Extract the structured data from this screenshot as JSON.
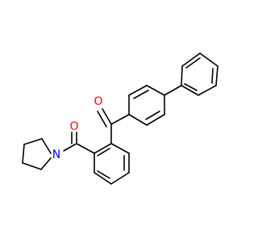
{
  "molecule": {
    "atoms": {
      "O1": {
        "symbol": "O",
        "color": "#ff0000"
      },
      "O2": {
        "symbol": "O",
        "color": "#ff0000"
      },
      "N1": {
        "symbol": "N",
        "color": "#0000ff"
      }
    },
    "bond_color": "#000000",
    "background": "#ffffff"
  }
}
